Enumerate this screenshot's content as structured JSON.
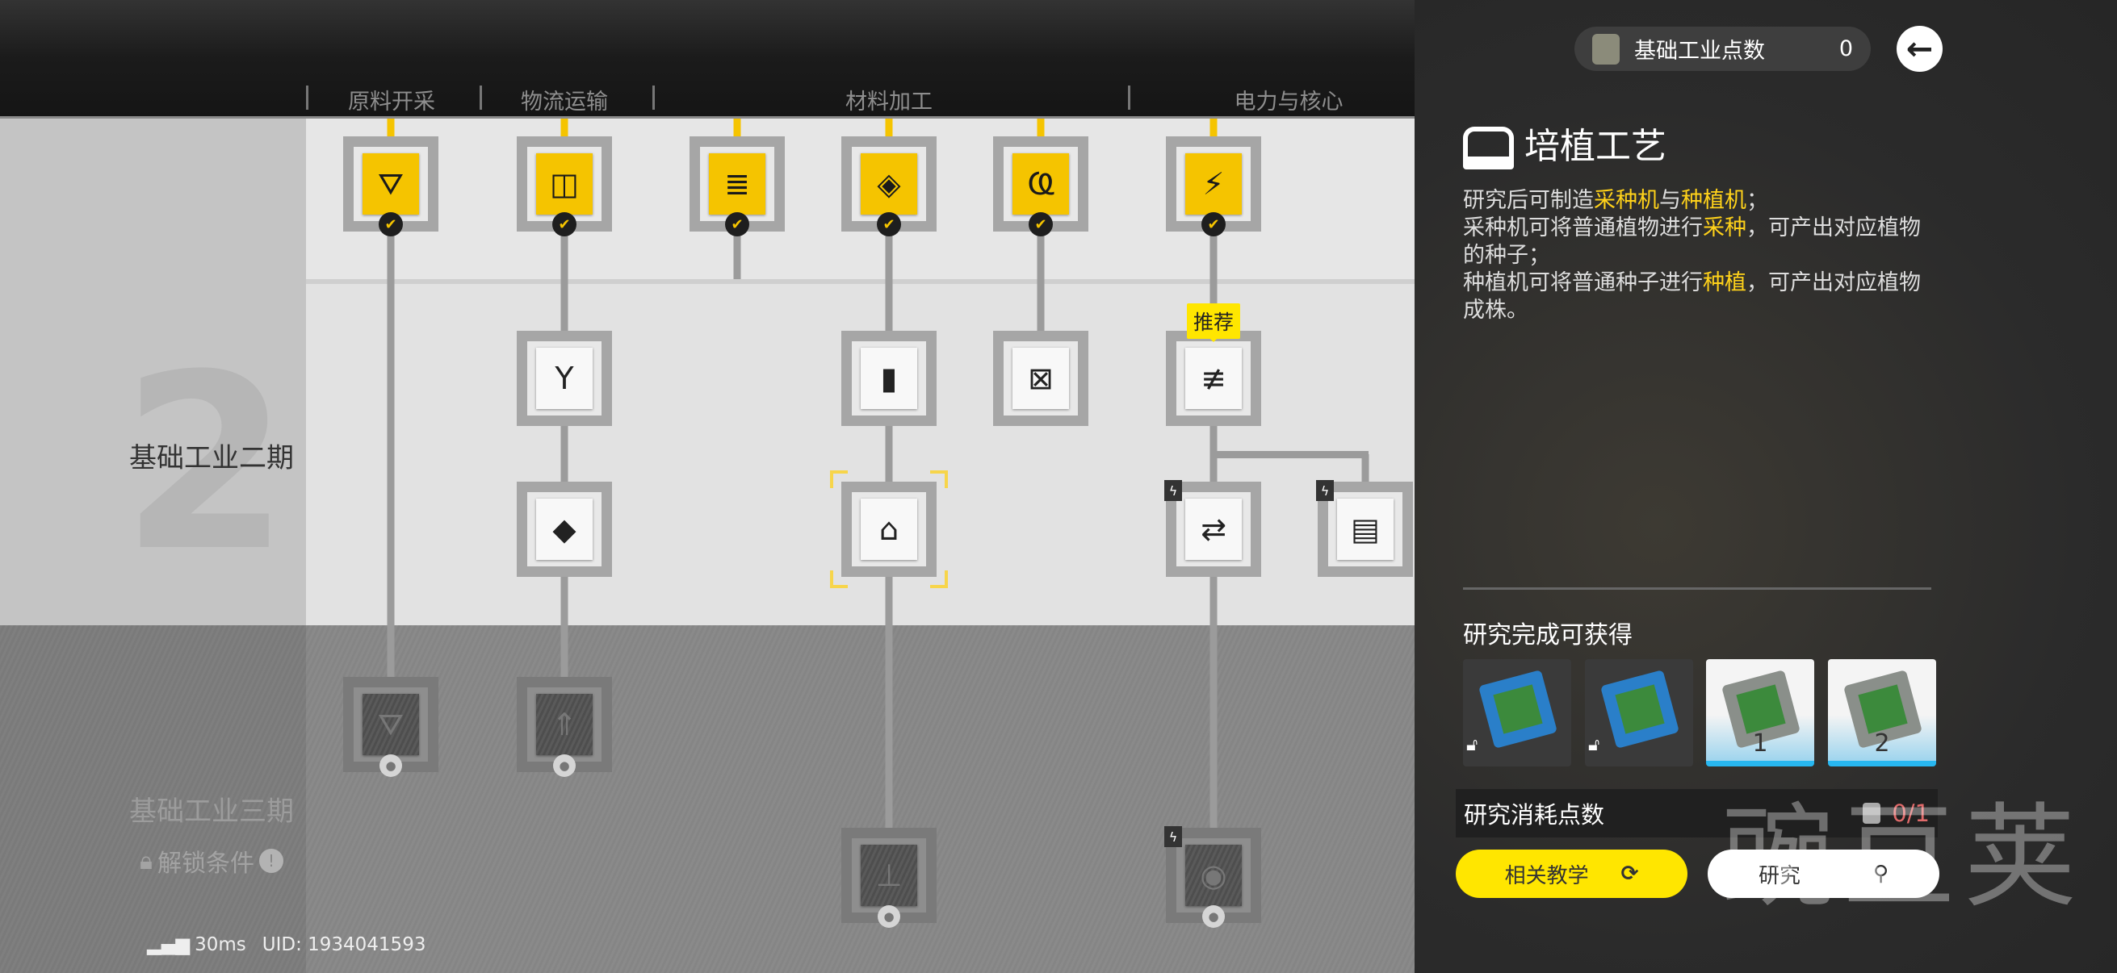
{
  "categories": [
    "原料开采",
    "物流运输",
    "材料加工",
    "电力与核心"
  ],
  "sections": {
    "phase2": {
      "title": "基础工业二期",
      "number": "2"
    },
    "phase3": {
      "title": "基础工业三期",
      "unlock_label": "解锁条件"
    }
  },
  "recommend_badge": "推荐",
  "nodes": [
    {
      "icon": "drill-icon",
      "glyph": "⛛",
      "state": "done"
    },
    {
      "icon": "conveyor-icon",
      "glyph": "◫",
      "state": "done"
    },
    {
      "icon": "refinery-icon",
      "glyph": "≣",
      "state": "done"
    },
    {
      "icon": "crusher-icon",
      "glyph": "◈",
      "state": "done"
    },
    {
      "icon": "grinder-icon",
      "glyph": "Ҩ",
      "state": "done"
    },
    {
      "icon": "power-icon",
      "glyph": "⚡",
      "state": "done"
    },
    {
      "icon": "splitter-icon",
      "glyph": "Y",
      "state": "available"
    },
    {
      "icon": "filler-icon",
      "glyph": "▮",
      "state": "available"
    },
    {
      "icon": "packer-icon",
      "glyph": "⊠",
      "state": "available"
    },
    {
      "icon": "power-pole-icon",
      "glyph": "≢",
      "state": "available",
      "recommended": true
    },
    {
      "icon": "layer-icon",
      "glyph": "◆",
      "state": "available"
    },
    {
      "icon": "planter-icon",
      "glyph": "⌂",
      "state": "available",
      "selected": true
    },
    {
      "icon": "relay-icon",
      "glyph": "⇄",
      "state": "available",
      "bolt": true
    },
    {
      "icon": "storage-icon",
      "glyph": "▤",
      "state": "available",
      "bolt": true
    },
    {
      "icon": "drill-icon",
      "glyph": "⛛",
      "state": "locked"
    },
    {
      "icon": "conveyor-icon",
      "glyph": "⇑",
      "state": "locked"
    },
    {
      "icon": "machine-icon",
      "glyph": "⊥",
      "state": "locked"
    },
    {
      "icon": "signal-icon",
      "glyph": "◉",
      "state": "locked",
      "bolt": true
    }
  ],
  "status": {
    "ping": "30ms",
    "uid": "UID: 1934041593"
  },
  "panel": {
    "points_label": "基础工业点数",
    "points_value": "0",
    "title": "培植工艺",
    "description": [
      [
        {
          "t": "研究后可制造"
        },
        {
          "t": "采种机",
          "hl": true
        },
        {
          "t": "与"
        },
        {
          "t": "种植机",
          "hl": true
        },
        {
          "t": "；"
        }
      ],
      [
        {
          "t": "采种机可将普通植物进行"
        },
        {
          "t": "采种",
          "hl": true
        },
        {
          "t": "，可产出对应植物的种子；"
        }
      ],
      [
        {
          "t": "种植机可将普通种子进行"
        },
        {
          "t": "种植",
          "hl": true
        },
        {
          "t": "，可产出对应植物成株。"
        }
      ]
    ],
    "rewards_title": "研究完成可获得",
    "rewards": [
      {
        "name": "seed-picker-blueprint",
        "label": ""
      },
      {
        "name": "planter-blueprint",
        "label": ""
      },
      {
        "name": "seed-picker",
        "label": "1"
      },
      {
        "name": "planter",
        "label": "2"
      }
    ],
    "cost_label": "研究消耗点数",
    "cost_value": "0/1",
    "tutorial_button": "相关教学",
    "research_button": "研究"
  },
  "watermark": "豌豆荚",
  "colors": {
    "accent": "#f5c400",
    "highlight": "#ffd21a",
    "cost": "#e06a6a"
  }
}
